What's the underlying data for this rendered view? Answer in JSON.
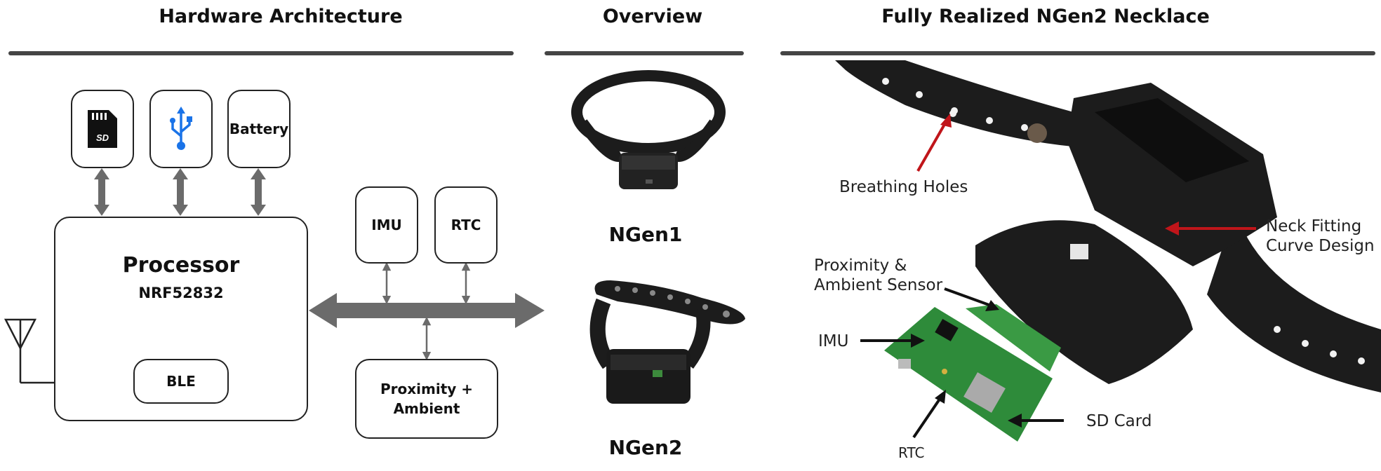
{
  "sections": {
    "hardware": {
      "title": "Hardware Architecture"
    },
    "overview": {
      "title": "Overview"
    },
    "necklace": {
      "title": "Fully Realized NGen2 Necklace"
    }
  },
  "hardware": {
    "battery_label": "Battery",
    "processor_title": "Processor",
    "processor_model": "NRF52832",
    "ble_label": "BLE",
    "imu_label": "IMU",
    "rtc_label": "RTC",
    "proximity_label_line1": "Proximity +",
    "proximity_label_line2": "Ambient",
    "sd_icon": "sd-card-icon",
    "usb_icon": "usb-icon",
    "antenna_icon": "antenna-icon"
  },
  "overview": {
    "ngen1_label": "NGen1",
    "ngen2_label": "NGen2"
  },
  "necklace": {
    "breathing_holes": "Breathing Holes",
    "neck_fitting_line1": "Neck Fitting",
    "neck_fitting_line2": "Curve Design",
    "proximity_line1": "Proximity &",
    "proximity_line2": "Ambient Sensor",
    "imu": "IMU",
    "rtc": "RTC",
    "sd_card": "SD Card"
  },
  "colors": {
    "arrow_gray": "#6b6b6b",
    "usb_blue": "#1a73e8",
    "annotation_red": "#c0151a",
    "pcb_green": "#2e8b3a",
    "strap_black": "#1c1c1c"
  }
}
